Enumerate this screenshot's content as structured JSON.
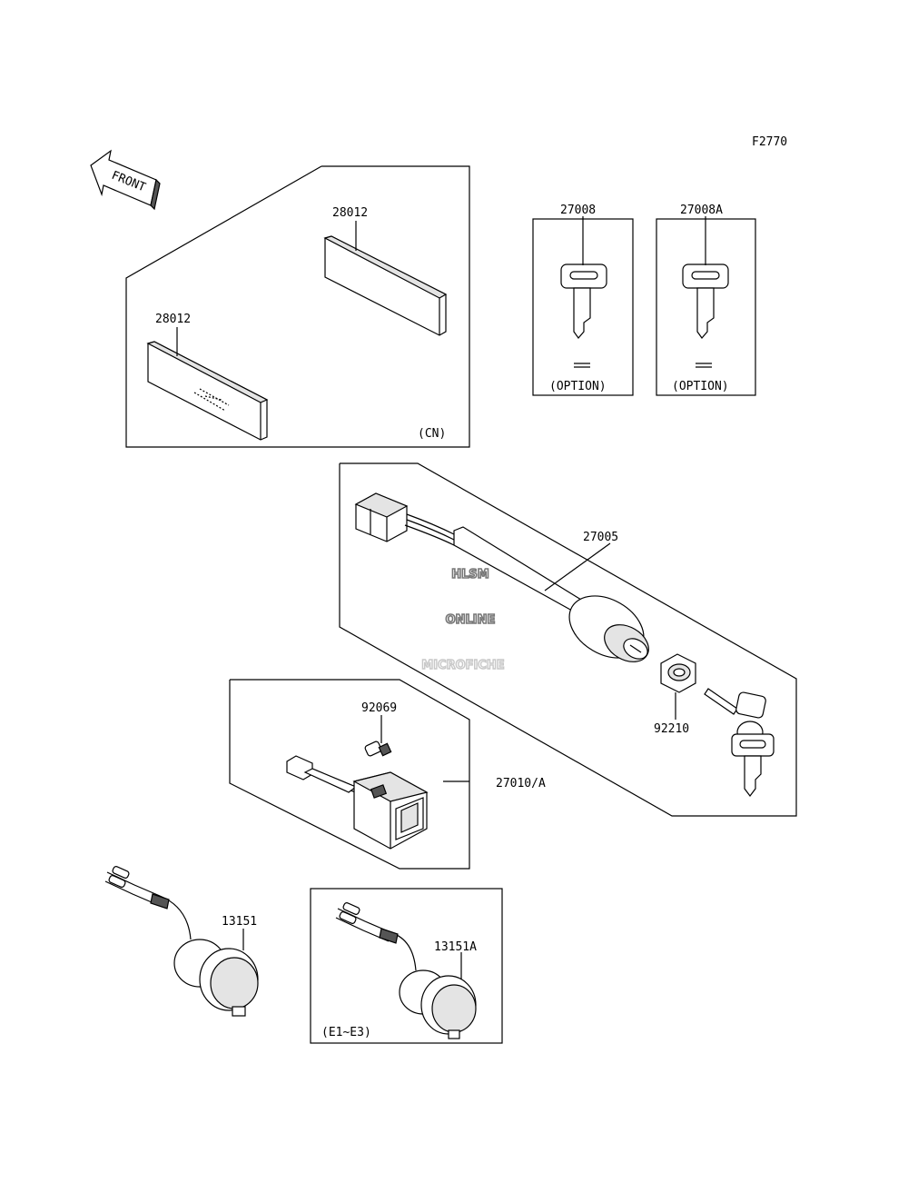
{
  "figure_code": "F2770",
  "front_label": "FRONT",
  "parts": [
    {
      "part_no": "28012"
    },
    {
      "part_no": "28012"
    },
    {
      "part_no": "27008"
    },
    {
      "part_no": "27008A"
    },
    {
      "part_no": "27005"
    },
    {
      "part_no": "92210"
    },
    {
      "part_no": "92069"
    },
    {
      "part_no": "27010/A"
    },
    {
      "part_no": "13151"
    },
    {
      "part_no": "13151A"
    }
  ],
  "group_notes": {
    "cn": "(CN)",
    "option_1": "(OPTION)",
    "option_2": "(OPTION)",
    "e1_e3": "(E1~E3)"
  },
  "watermark": {
    "line1": "HLSM",
    "line2": "ONLINE",
    "line3": "MICROFICHE"
  }
}
